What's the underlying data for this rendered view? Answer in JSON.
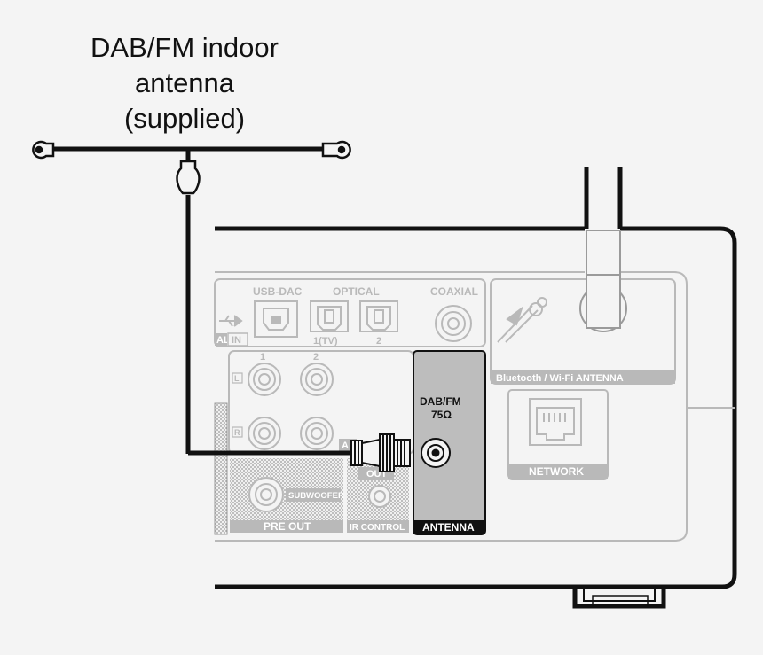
{
  "title": {
    "line1": "DAB/FM indoor",
    "line2": "antenna",
    "line3": "(supplied)"
  },
  "panel": {
    "usb_dac": "USB-DAC",
    "optical": "OPTICAL",
    "coaxial": "COAXIAL",
    "digital_in": "IN",
    "optical_1": "1(TV)",
    "optical_2": "2",
    "analog_1": "1",
    "analog_2": "2",
    "left": "L",
    "right": "R",
    "analog_label": "A",
    "subwoofer": "SUBWOOFER",
    "pre_out": "PRE OUT",
    "out": "OUT",
    "ir_control": "IR CONTROL",
    "dab_fm": "DAB/FM",
    "impedance": "75Ω",
    "antenna": "ANTENNA",
    "bt_wifi": "Bluetooth / Wi-Fi ANTENNA",
    "network": "NETWORK"
  },
  "colors": {
    "background": "#f4f4f4",
    "faded_gray": "#b9b9b9",
    "panel_highlight": "#bdbdbd",
    "line": "#111111"
  }
}
